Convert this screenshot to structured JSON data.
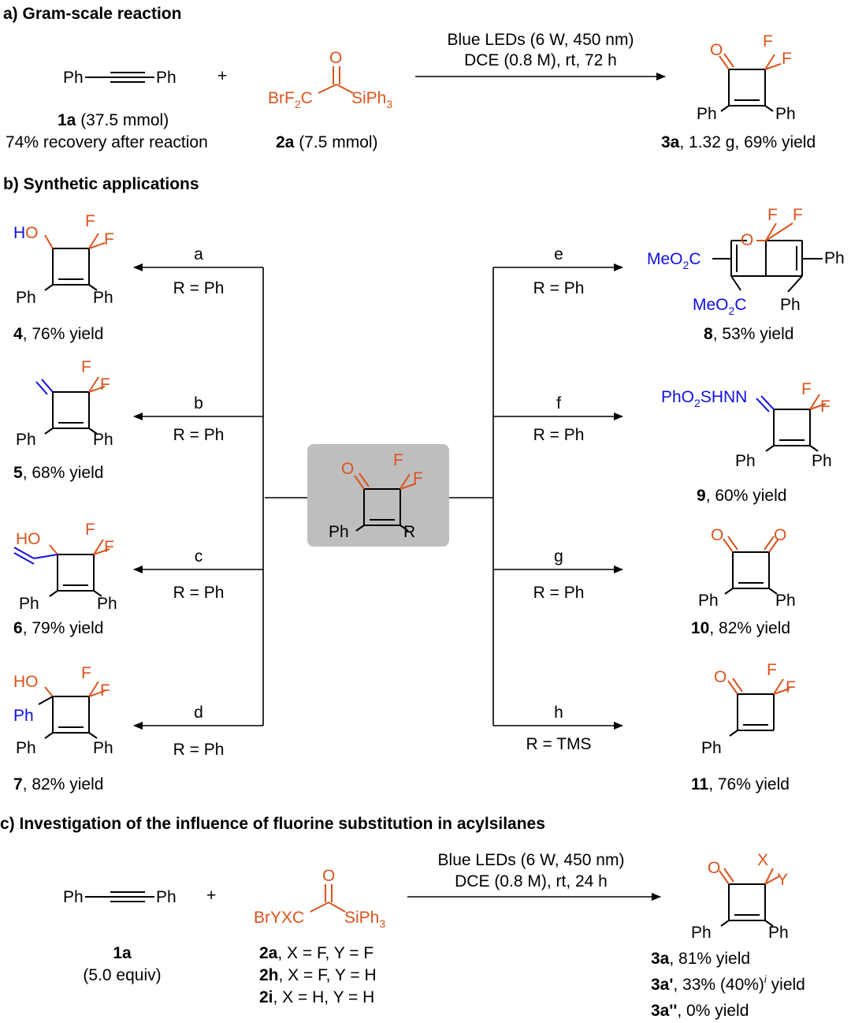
{
  "colors": {
    "heteroatom": "#D9541C",
    "substituent": "#1010E0",
    "center_box": "#BEBEBE"
  },
  "sections": {
    "a": "a) Gram-scale reaction",
    "b": "b) Synthetic applications",
    "c": "c) Investigation of the influence of fluorine substitution in acylsilanes"
  },
  "part_a": {
    "alkyne_left": "Ph",
    "alkyne_right": "Ph",
    "plus": "+",
    "sm1_id": "1a",
    "sm1_amount": " (37.5 mmol)",
    "sm1_note": "74% recovery after reaction",
    "sm2_id": "2a",
    "sm2_amount": " (7.5 mmol)",
    "cond1": "Blue LEDs (6 W, 450 nm)",
    "cond2": "DCE (0.8 M), rt, 72 h",
    "prod_id": "3a",
    "prod_text": ", 1.32 g, 69% yield"
  },
  "part_b": {
    "center": {
      "R": "R"
    },
    "arrows": {
      "a": {
        "letter": "a",
        "cond": "R = Ph"
      },
      "b": {
        "letter": "b",
        "cond": "R = Ph"
      },
      "c": {
        "letter": "c",
        "cond": "R = Ph"
      },
      "d": {
        "letter": "d",
        "cond": "R = Ph"
      },
      "e": {
        "letter": "e",
        "cond": "R = Ph"
      },
      "f": {
        "letter": "f",
        "cond": "R = Ph"
      },
      "g": {
        "letter": "g",
        "cond": "R = Ph"
      },
      "h": {
        "letter": "h",
        "cond": "R = TMS"
      }
    },
    "products": {
      "p4": {
        "id": "4",
        "yield": ", 76% yield"
      },
      "p5": {
        "id": "5",
        "yield": ", 68% yield"
      },
      "p6": {
        "id": "6",
        "yield": ", 79% yield"
      },
      "p7": {
        "id": "7",
        "yield": ", 82% yield"
      },
      "p8": {
        "id": "8",
        "yield": ", 53% yield",
        "ester": "MeO",
        "ester_sub": "2",
        "ester_c": "C"
      },
      "p9": {
        "id": "9",
        "yield": ", 60% yield",
        "hydrazone_a": "PhO",
        "hydrazone_sub": "2",
        "hydrazone_b": "SHNN"
      },
      "p10": {
        "id": "10",
        "yield": ", 82% yield"
      },
      "p11": {
        "id": "11",
        "yield": ", 76% yield"
      }
    }
  },
  "part_c": {
    "alkyne_left": "Ph",
    "alkyne_right": "Ph",
    "plus": "+",
    "sm1_id": "1a",
    "sm1_equiv": "(5.0 equiv)",
    "reagent_br": "BrYXC",
    "reagent_list": [
      {
        "id": "2a",
        "text": ", X = F, Y = F"
      },
      {
        "id": "2h",
        "text": ", X = F, Y = H"
      },
      {
        "id": "2i",
        "text": ", X = H, Y = H"
      }
    ],
    "cond1": "Blue LEDs (6 W, 450 nm)",
    "cond2": "DCE (0.8 M), rt, 24 h",
    "X": "X",
    "Y": "Y",
    "results": [
      {
        "id": "3a",
        "text": ", 81% yield",
        "note": ""
      },
      {
        "id": "3a'",
        "text": ", 33% (40%)",
        "note": "i",
        "tail": " yield"
      },
      {
        "id": "3a''",
        "text": ", 0% yield",
        "note": ""
      }
    ]
  },
  "atoms": {
    "O": "O",
    "F": "F",
    "Ph": "Ph",
    "HO": "HO",
    "Br": "BrF",
    "F2sub": "2",
    "C": "C",
    "SiPh": "SiPh",
    "three": "3"
  }
}
